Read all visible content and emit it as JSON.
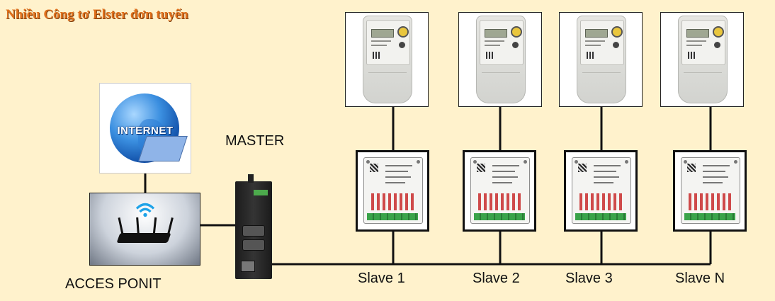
{
  "title": "Nhiều Công tơ Elster đơn tuyến",
  "labels": {
    "master": "MASTER",
    "access_point": "ACCES PONIT",
    "internet": "INTERNET"
  },
  "slaves": [
    {
      "label": "Slave 1"
    },
    {
      "label": "Slave 2"
    },
    {
      "label": "Slave 3"
    },
    {
      "label": "Slave N"
    }
  ],
  "colors": {
    "background": "#fff2cc",
    "title": "#e0701c",
    "line": "#111111"
  },
  "icons": [
    "globe-icon",
    "laptop-icon",
    "wifi-icon",
    "router-icon",
    "meter-icon",
    "converter-icon"
  ]
}
